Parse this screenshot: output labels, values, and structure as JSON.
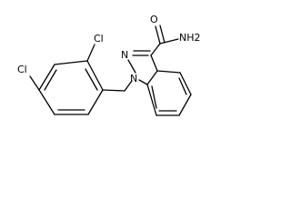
{
  "molecule": {
    "atoms": {
      "cl_ortho": "Cl",
      "cl_para": "Cl",
      "n1": "N",
      "n2": "N",
      "o": "O",
      "nh2": "NH2"
    }
  }
}
